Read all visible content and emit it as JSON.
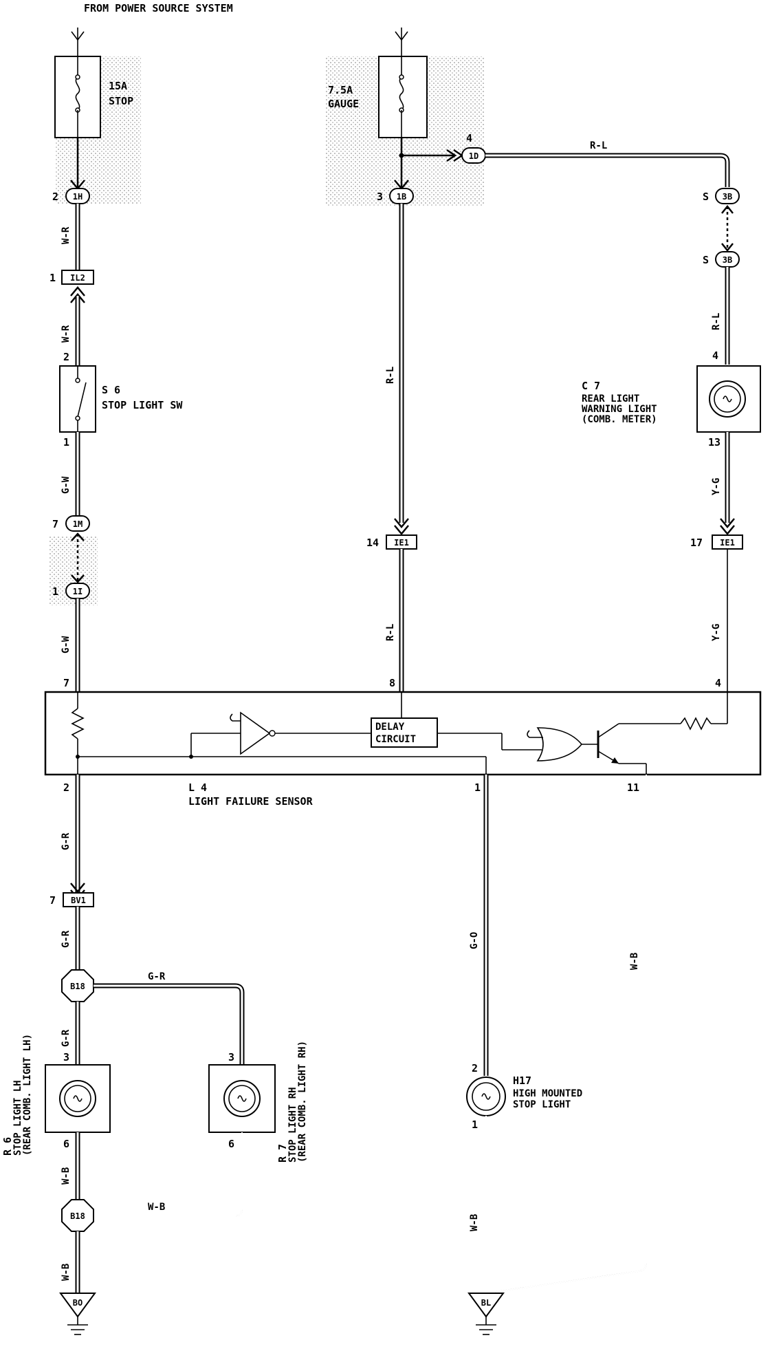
{
  "source_label": "FROM POWER SOURCE SYSTEM",
  "fuses": {
    "stop": {
      "rating": "15A",
      "name": "STOP"
    },
    "gauge": {
      "rating": "7.5A",
      "name": "GAUGE"
    }
  },
  "connectors": {
    "c1H": "1H",
    "c1H_pin": "2",
    "cIL2": "IL2",
    "cIL2_pin": "1",
    "c1B": "1B",
    "c1B_pin": "3",
    "c1D": "1D",
    "c1D_pin": "4",
    "c3B_top": "3B",
    "c3B_top_pin": "S",
    "c3B_bot": "3B",
    "c3B_bot_pin": "S",
    "c1M": "1M",
    "c1M_pin": "7",
    "c1I": "1I",
    "c1I_pin": "1",
    "cIE1_left": "IE1",
    "cIE1_left_pin": "14",
    "cIE1_right": "IE1",
    "cIE1_right_pin": "17",
    "cBV1": "BV1",
    "cBV1_pin": "7",
    "cB18_top": "B18",
    "cB18_bot": "B18",
    "gBO": "BO",
    "gBL": "BL"
  },
  "wires": {
    "w_r_1": "W-R",
    "w_r_2": "W-R",
    "g_w_1": "G-W",
    "g_w_2": "G-W",
    "r_l_1": "R-L",
    "r_l_2": "R-L",
    "r_l_3": "R-L",
    "r_l_4": "R-L",
    "y_g_1": "Y-G",
    "y_g_2": "Y-G",
    "g_r_1": "G-R",
    "g_r_2": "G-R",
    "g_r_3": "G-R",
    "g_r_4": "G-R",
    "w_b_1": "W-B",
    "w_b_2": "W-B",
    "w_b_3": "W-B",
    "w_b_4": "W-B",
    "w_b_5": "W-B",
    "g_o": "G-O"
  },
  "components": {
    "s6": {
      "code": "S 6",
      "name": "STOP LIGHT SW",
      "pin_top": "2",
      "pin_bot": "1"
    },
    "c7": {
      "code": "C 7",
      "line1": "REAR LIGHT",
      "line2": "WARNING LIGHT",
      "line3": "(COMB. METER)",
      "pin_top": "4",
      "pin_bot": "13"
    },
    "l4": {
      "code": "L 4",
      "name": "LIGHT FAILURE SENSOR",
      "pin_7": "7",
      "pin_8": "8",
      "pin_4": "4",
      "pin_2": "2",
      "pin_1": "1",
      "pin_11": "11",
      "delay_1": "DELAY",
      "delay_2": "CIRCUIT"
    },
    "r6": {
      "code": "R 6",
      "line1": "STOP LIGHT LH",
      "line2": "(REAR COMB. LIGHT LH)",
      "pin_top": "3",
      "pin_bot": "6"
    },
    "r7": {
      "code": "R 7",
      "line1": "STOP LIGHT RH",
      "line2": "(REAR COMB. LIGHT RH)",
      "pin_top": "3",
      "pin_bot": "6"
    },
    "h17": {
      "code": "H17",
      "line1": "HIGH MOUNTED",
      "line2": "STOP LIGHT",
      "pin_top": "2",
      "pin_bot": "1"
    }
  }
}
